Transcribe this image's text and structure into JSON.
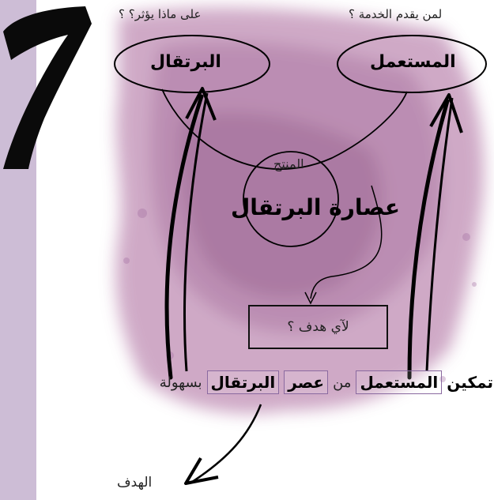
{
  "step_number": "7",
  "questions": {
    "who_serves": "لمن يقدم الخدمة ؟",
    "what_affects": "على ماذا يؤثر؟ ؟"
  },
  "ellipses": {
    "user": "المستعمل",
    "orange": "البرتقال"
  },
  "product": {
    "label": "المنتج",
    "name": "عصارة البرتقال"
  },
  "goal_box": {
    "question": "لآي هدف ؟"
  },
  "sentence": {
    "w1": "تمكين",
    "w2": "المستعمل",
    "w3": "من",
    "w4": "عصر",
    "w5": "البرتقال",
    "w6": "بسهولة"
  },
  "goal_label": "الهدف",
  "colors": {
    "strip": "#cdbdd6",
    "wash": "#b07aa6",
    "ink": "#000000"
  }
}
